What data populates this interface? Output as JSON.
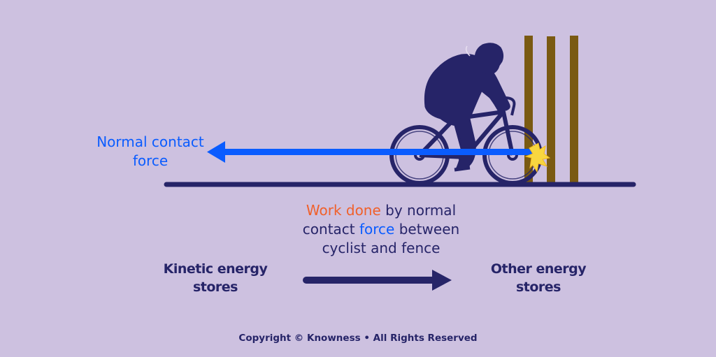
{
  "diagram": {
    "force_label": {
      "line1": "Normal contact",
      "line2": "force"
    },
    "work_text": {
      "highlight_work": "Work done",
      "part1": " by normal",
      "part2": "contact ",
      "highlight_force": "force",
      "part3": " between",
      "line3": "cyclist and fence"
    },
    "energy_from": {
      "line1": "Kinetic energy",
      "line2": "stores"
    },
    "energy_to": {
      "line1": "Other energy",
      "line2": "stores"
    },
    "copyright": "Copyright © Knowness • All Rights Reserved",
    "colors": {
      "background": "#cdc1e0",
      "navy": "#262468",
      "force_blue": "#0a5cff",
      "work_orange": "#f0602a",
      "fence_brown": "#7a5a12",
      "impact_yellow": "#f8d640"
    },
    "icons": {
      "cyclist": "cyclist-silhouette-icon",
      "fence": "fence-posts-icon",
      "impact": "impact-burst-icon",
      "force_arrow": "arrow-left-icon",
      "transfer_arrow": "arrow-right-icon"
    }
  }
}
